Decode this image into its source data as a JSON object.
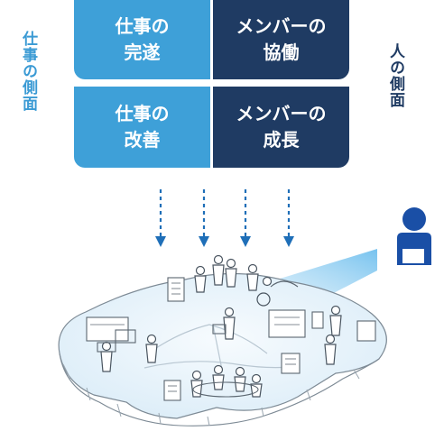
{
  "side_labels": {
    "work": "仕事の側面",
    "people": "人の側面"
  },
  "quadrants": [
    {
      "line1": "仕事の",
      "line2": "完遂"
    },
    {
      "line1": "メンバーの",
      "line2": "協働"
    },
    {
      "line1": "仕事の",
      "line2": "改善"
    },
    {
      "line1": "メンバーの",
      "line2": "成長"
    }
  ],
  "colors": {
    "work": "#3ea0d8",
    "people": "#1f3b63",
    "arrow": "#1f6fb8",
    "beam": "#5fb8ec",
    "island": "#eaf4fb"
  },
  "icons": {
    "person": "person-at-desk-icon"
  }
}
